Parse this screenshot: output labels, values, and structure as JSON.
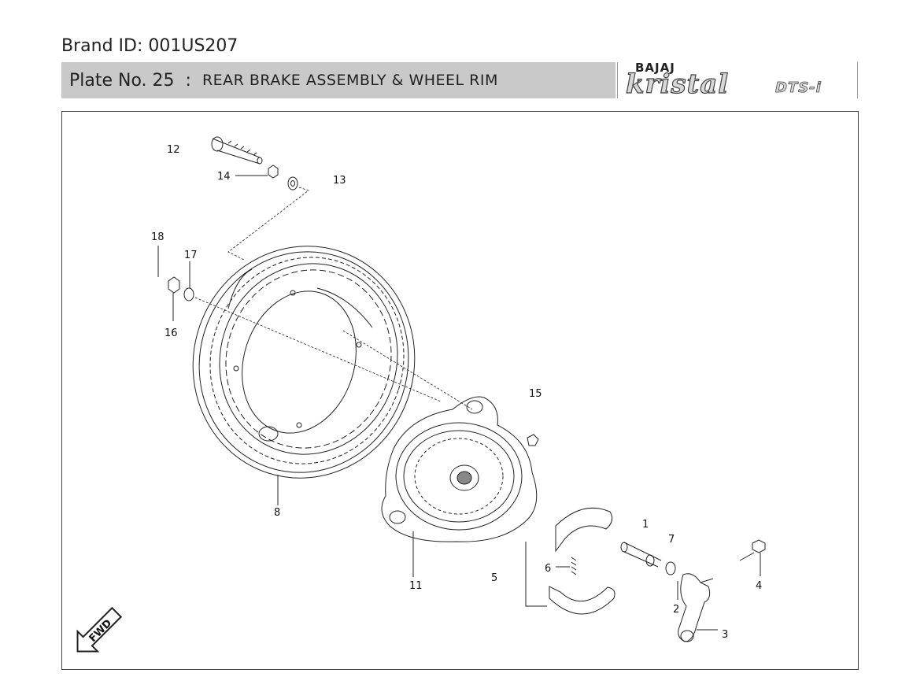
{
  "header": {
    "brand_id": "Brand ID: 001US207",
    "plate_no": "Plate No. 25  :",
    "plate_title": "REAR BRAKE ASSEMBLY & WHEEL RIM"
  },
  "logo": {
    "brand": "BAJAJ",
    "model": "kristal",
    "suffix": "DTS-i"
  },
  "diagram": {
    "direction_marker": "FWD",
    "callouts": [
      {
        "id": "c12",
        "text": "12"
      },
      {
        "id": "c14",
        "text": "14"
      },
      {
        "id": "c13",
        "text": "13"
      },
      {
        "id": "c18a",
        "text": "18"
      },
      {
        "id": "c17",
        "text": "17"
      },
      {
        "id": "c16",
        "text": "16"
      },
      {
        "id": "c15",
        "text": "15"
      },
      {
        "id": "c8",
        "text": "8"
      },
      {
        "id": "c11",
        "text": "11"
      },
      {
        "id": "c5",
        "text": "5"
      },
      {
        "id": "c6",
        "text": "6"
      },
      {
        "id": "c1",
        "text": "1"
      },
      {
        "id": "c7",
        "text": "7"
      },
      {
        "id": "c4",
        "text": "4"
      },
      {
        "id": "c2",
        "text": "2"
      },
      {
        "id": "c3",
        "text": "3"
      }
    ]
  }
}
